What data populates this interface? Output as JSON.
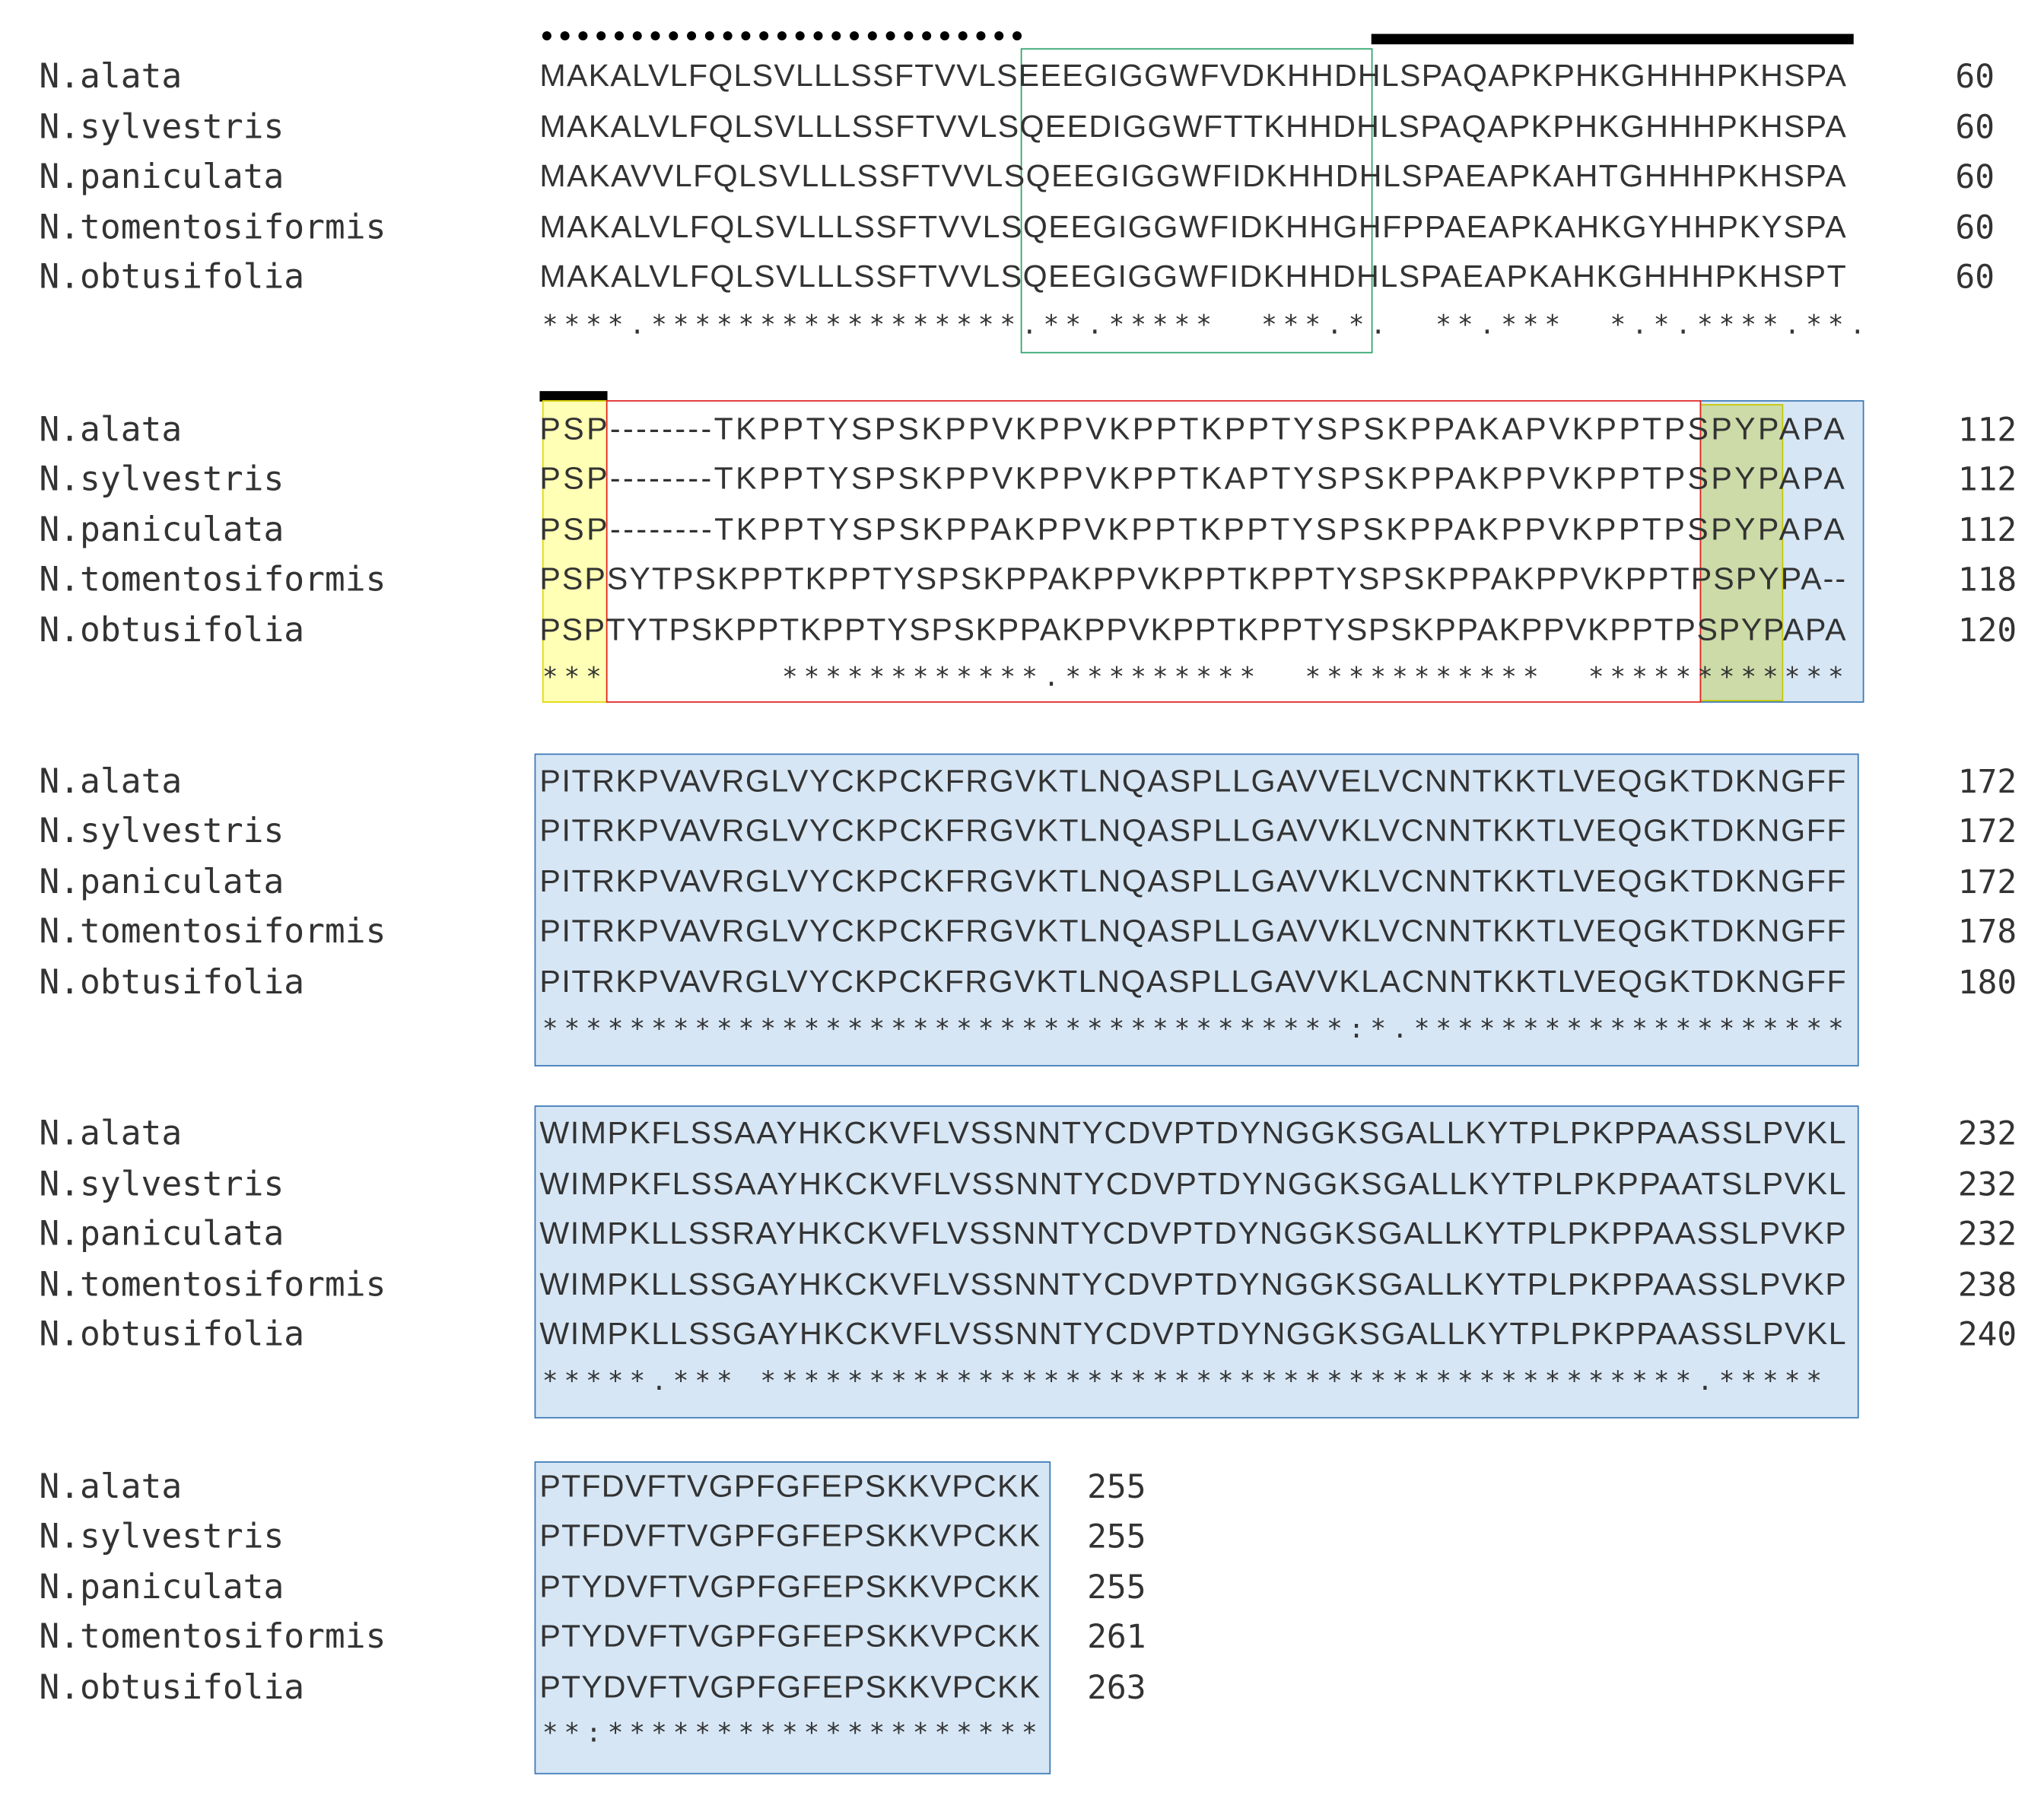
{
  "colors": {
    "text": "#333333",
    "domain_fill": "#d6e6f5",
    "domain_border": "#3a78b5",
    "yellow_box": "#ffff78",
    "red_box": "#e02020",
    "green_box": "#2aa36a"
  },
  "species": [
    "N.alata",
    "N.sylvestris",
    "N.paniculata",
    "N.tomentosiformis",
    "N.obtusifolia"
  ],
  "blocks": [
    {
      "rows": [
        {
          "name": "N.alata",
          "seq": "MAKALVLFQLSVLLLSSFTVVLSEEEGIGGWFVDKHHDHLSPAQAPKPHKGHHHPKHSPA",
          "num": "60"
        },
        {
          "name": "N.sylvestris",
          "seq": "MAKALVLFQLSVLLLSSFTVVLSQEEDIGGWFTTKHHDHLSPAQAPKPHKGHHHPKHSPA",
          "num": "60"
        },
        {
          "name": "N.paniculata",
          "seq": "MAKAVVLFQLSVLLLSSFTVVLSQEEGIGGWFIDKHHDHLSPAEAPKAHTGHHHPKHSPA",
          "num": "60"
        },
        {
          "name": "N.tomentosiformis",
          "seq": "MAKALVLFQLSVLLLSSFTVVLSQEEGIGGWFIDKHHGHFPPAEAPKAHKGYHHPKYSPA",
          "num": "60"
        },
        {
          "name": "N.obtusifolia",
          "seq": "MAKALVLFQLSVLLLSSFTVVLSQEEGIGGWFIDKHHDHLSPAEAPKAHKGHHHPKHSPT",
          "num": "60"
        }
      ],
      "consensus": "****.*****************.**.*****  ***.*.  **.***  *.*.****.**."
    },
    {
      "rows": [
        {
          "name": "N.alata",
          "seq": "PSP--------TKPPTYSPSKPPVKPPVKPPTKPPTYSPSKPPAKAPVKPPTPSPYPAPA",
          "num": "112"
        },
        {
          "name": "N.sylvestris",
          "seq": "PSP--------TKPPTYSPSKPPVKPPVKPPTKAPTYSPSKPPAKPPVKPPTPSPYPAPA",
          "num": "112"
        },
        {
          "name": "N.paniculata",
          "seq": "PSP--------TKPPTYSPSKPPAKPPVKPPTKPPTYSPSKPPAKPPVKPPTPSPYPAPA",
          "num": "112"
        },
        {
          "name": "N.tomentosiformis",
          "seq": "PSPSYTPSKPPTKPPTYSPSKPPAKPPVKPPTKPPTYSPSKPPAKPPVKPPTPSPYPA--",
          "num": "118"
        },
        {
          "name": "N.obtusifolia",
          "seq": "PSPTYTPSKPPTKPPTYSPSKPPAKPPVKPPTKPPTYSPSKPPAKPPVKPPTPSPYPAPA",
          "num": "120"
        }
      ],
      "consensus": "***        ************.*********  ***********  ************"
    },
    {
      "rows": [
        {
          "name": "N.alata",
          "seq": "PITRKPVAVRGLVYCKPCKFRGVKTLNQASPLLGAVVELVCNNTKKTLVEQGKTDKNGFF",
          "num": "172"
        },
        {
          "name": "N.sylvestris",
          "seq": "PITRKPVAVRGLVYCKPCKFRGVKTLNQASPLLGAVVKLVCNNTKKTLVEQGKTDKNGFF",
          "num": "172"
        },
        {
          "name": "N.paniculata",
          "seq": "PITRKPVAVRGLVYCKPCKFRGVKTLNQASPLLGAVVKLVCNNTKKTLVEQGKTDKNGFF",
          "num": "172"
        },
        {
          "name": "N.tomentosiformis",
          "seq": "PITRKPVAVRGLVYCKPCKFRGVKTLNQASPLLGAVVKLVCNNTKKTLVEQGKTDKNGFF",
          "num": "178"
        },
        {
          "name": "N.obtusifolia",
          "seq": "PITRKPVAVRGLVYCKPCKFRGVKTLNQASPLLGAVVKLACNNTKKTLVEQGKTDKNGFF",
          "num": "180"
        }
      ],
      "consensus": "*************************************:*.********************"
    },
    {
      "rows": [
        {
          "name": "N.alata",
          "seq": "WIMPKFLSSAAYHKCKVFLVSSNNTYCDVPTDYNGGKSGALLKYTPLPKPPAASSLPVKL",
          "num": "232"
        },
        {
          "name": "N.sylvestris",
          "seq": "WIMPKFLSSAAYHKCKVFLVSSNNTYCDVPTDYNGGKSGALLKYTPLPKPPAATSLPVKL",
          "num": "232"
        },
        {
          "name": "N.paniculata",
          "seq": "WIMPKLLSSRAYHKCKVFLVSSNNTYCDVPTDYNGGKSGALLKYTPLPKPPAASSLPVKP",
          "num": "232"
        },
        {
          "name": "N.tomentosiformis",
          "seq": "WIMPKLLSSGAYHKCKVFLVSSNNTYCDVPTDYNGGKSGALLKYTPLPKPPAASSLPVKP",
          "num": "238"
        },
        {
          "name": "N.obtusifolia",
          "seq": "WIMPKLLSSGAYHKCKVFLVSSNNTYCDVPTDYNGGKSGALLKYTPLPKPPAASSLPVKL",
          "num": "240"
        }
      ],
      "consensus": "*****.*** *******************************************.*****"
    },
    {
      "rows": [
        {
          "name": "N.alata",
          "seq": "PTFDVFTVGPFGFEPSKKVPCKK",
          "num": "255"
        },
        {
          "name": "N.sylvestris",
          "seq": "PTFDVFTVGPFGFEPSKKVPCKK",
          "num": "255"
        },
        {
          "name": "N.paniculata",
          "seq": "PTYDVFTVGPFGFEPSKKVPCKK",
          "num": "255"
        },
        {
          "name": "N.tomentosiformis",
          "seq": "PTYDVFTVGPFGFEPSKKVPCKK",
          "num": "261"
        },
        {
          "name": "N.obtusifolia",
          "seq": "PTYDVFTVGPFGFEPSKKVPCKK",
          "num": "263"
        }
      ],
      "consensus": "**:********************"
    }
  ]
}
